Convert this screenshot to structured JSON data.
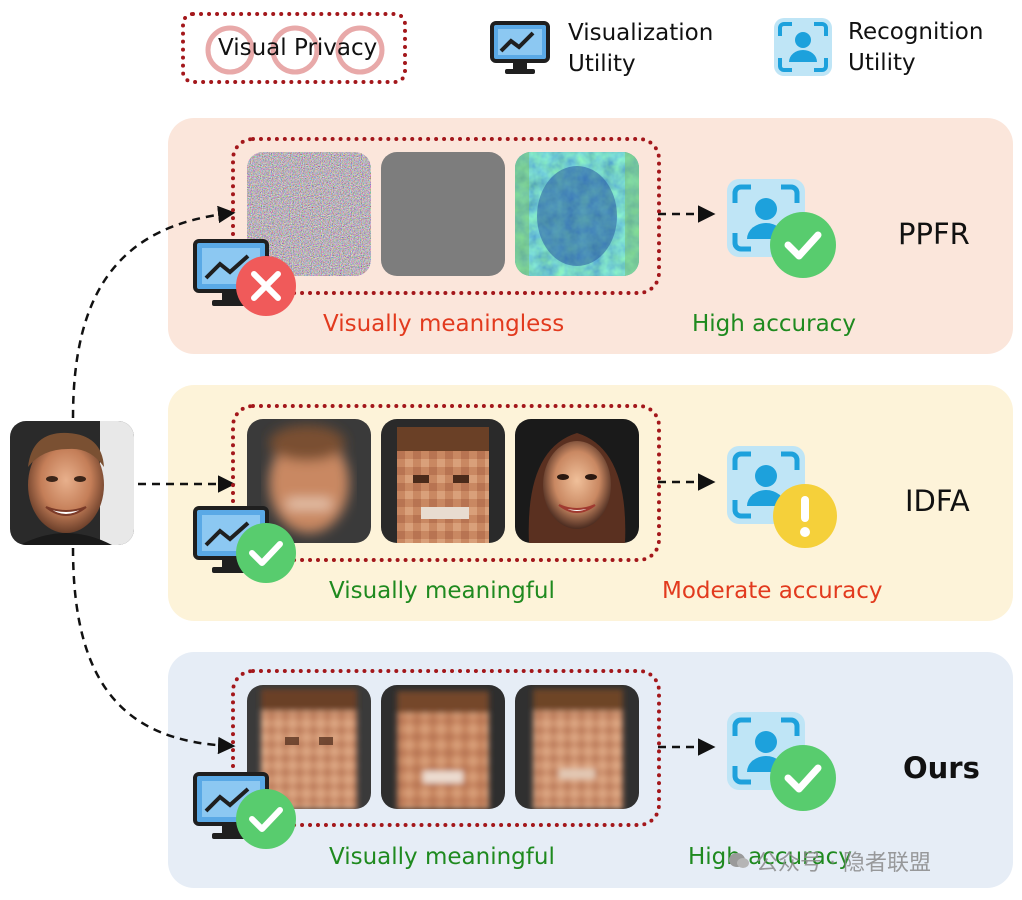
{
  "legend": {
    "visual_privacy": "Visual Privacy",
    "visualization_line1": "Visualization",
    "visualization_line2": "Utility",
    "recognition_line1": "Recognition",
    "recognition_line2": "Utility"
  },
  "rows": [
    {
      "method": "PPFR",
      "visual_caption": "Visually meaningless",
      "accuracy_caption": "High accuracy",
      "visual_status": "cross-icon",
      "recognition_status": "check-icon"
    },
    {
      "method": "IDFA",
      "visual_caption": "Visually meaningful",
      "accuracy_caption": "Moderate accuracy",
      "visual_status": "check-icon",
      "recognition_status": "warning-icon"
    },
    {
      "method": "Ours",
      "visual_caption": "Visually meaningful",
      "accuracy_caption": "High accuracy",
      "visual_status": "check-icon",
      "recognition_status": "check-icon"
    }
  ],
  "watermark": "公众号 · 隐者联盟",
  "colors": {
    "privacy_border": "#a3171b",
    "ppfr_bg": "#fbe6db",
    "idfa_bg": "#fdf3d9",
    "ours_bg": "#e6edf6",
    "good": "#1f8a1f",
    "bad": "#e23a1e"
  }
}
